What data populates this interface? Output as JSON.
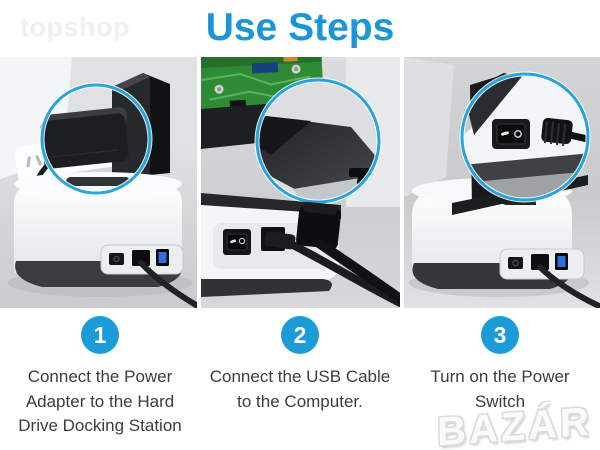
{
  "title": "Use Steps",
  "watermarks": {
    "topshop": "topshop",
    "bazar": "BAZÁR"
  },
  "colors": {
    "title_blue": "#1A96D8",
    "step_badge_blue": "#1B9CD9",
    "highlight_ring_blue": "#2AA3DC",
    "usb_port_blue": "#2E6FD9",
    "caption_text": "#3C3C3C"
  },
  "steps": [
    {
      "number": "1",
      "caption": "Connect the Power Adapter to the Hard Drive Docking Station",
      "photo": "power-adapter-plugged-into-outlet-above-docking-station"
    },
    {
      "number": "2",
      "caption": "Connect the USB Cable to the Computer.",
      "photo": "usb-cable-plugged-into-laptop-usb-port"
    },
    {
      "number": "3",
      "caption": "Turn on the Power Switch",
      "photo": "power-switch-closeup-on-docking-station-rear"
    }
  ]
}
